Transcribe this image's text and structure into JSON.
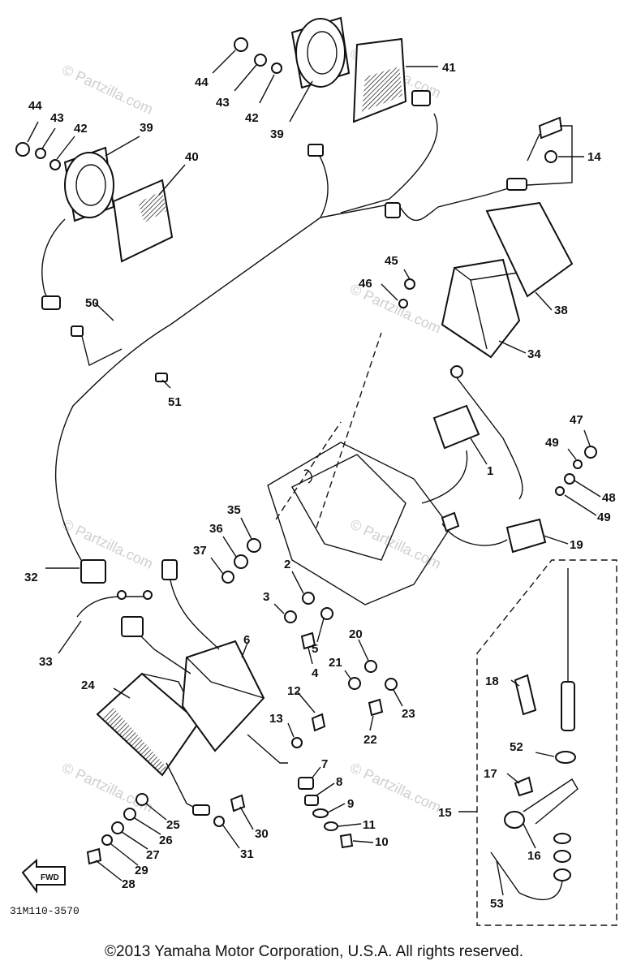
{
  "diagram": {
    "callouts": [
      {
        "id": "p1",
        "text": "1"
      },
      {
        "id": "p2",
        "text": "2"
      },
      {
        "id": "p3",
        "text": "3"
      },
      {
        "id": "p4",
        "text": "4"
      },
      {
        "id": "p5",
        "text": "5"
      },
      {
        "id": "p6",
        "text": "6"
      },
      {
        "id": "p7",
        "text": "7"
      },
      {
        "id": "p8",
        "text": "8"
      },
      {
        "id": "p9",
        "text": "9"
      },
      {
        "id": "p10",
        "text": "10"
      },
      {
        "id": "p11",
        "text": "11"
      },
      {
        "id": "p12",
        "text": "12"
      },
      {
        "id": "p13",
        "text": "13"
      },
      {
        "id": "p14",
        "text": "14"
      },
      {
        "id": "p15",
        "text": "15"
      },
      {
        "id": "p16",
        "text": "16"
      },
      {
        "id": "p17",
        "text": "17"
      },
      {
        "id": "p18",
        "text": "18"
      },
      {
        "id": "p19",
        "text": "19"
      },
      {
        "id": "p20",
        "text": "20"
      },
      {
        "id": "p21",
        "text": "21"
      },
      {
        "id": "p22",
        "text": "22"
      },
      {
        "id": "p23",
        "text": "23"
      },
      {
        "id": "p24",
        "text": "24"
      },
      {
        "id": "p25",
        "text": "25"
      },
      {
        "id": "p26",
        "text": "26"
      },
      {
        "id": "p27",
        "text": "27"
      },
      {
        "id": "p28",
        "text": "28"
      },
      {
        "id": "p29",
        "text": "29"
      },
      {
        "id": "p30",
        "text": "30"
      },
      {
        "id": "p31",
        "text": "31"
      },
      {
        "id": "p32",
        "text": "32"
      },
      {
        "id": "p33",
        "text": "33"
      },
      {
        "id": "p34",
        "text": "34"
      },
      {
        "id": "p35",
        "text": "35"
      },
      {
        "id": "p36",
        "text": "36"
      },
      {
        "id": "p37",
        "text": "37"
      },
      {
        "id": "p38",
        "text": "38"
      },
      {
        "id": "p39a",
        "text": "39"
      },
      {
        "id": "p39b",
        "text": "39"
      },
      {
        "id": "p40",
        "text": "40"
      },
      {
        "id": "p41",
        "text": "41"
      },
      {
        "id": "p42a",
        "text": "42"
      },
      {
        "id": "p42b",
        "text": "42"
      },
      {
        "id": "p43a",
        "text": "43"
      },
      {
        "id": "p43b",
        "text": "43"
      },
      {
        "id": "p44a",
        "text": "44"
      },
      {
        "id": "p44b",
        "text": "44"
      },
      {
        "id": "p45",
        "text": "45"
      },
      {
        "id": "p46",
        "text": "46"
      },
      {
        "id": "p47",
        "text": "47"
      },
      {
        "id": "p48",
        "text": "48"
      },
      {
        "id": "p49a",
        "text": "49"
      },
      {
        "id": "p49b",
        "text": "49"
      },
      {
        "id": "p50",
        "text": "50"
      },
      {
        "id": "p51",
        "text": "51"
      },
      {
        "id": "p52",
        "text": "52"
      },
      {
        "id": "p53",
        "text": "53"
      }
    ],
    "fwd_label": "FWD",
    "drawing_code": "31M110-3570",
    "watermark": "© Partzilla.com"
  },
  "copyright": "©2013 Yamaha Motor Corporation, U.S.A. All rights reserved."
}
